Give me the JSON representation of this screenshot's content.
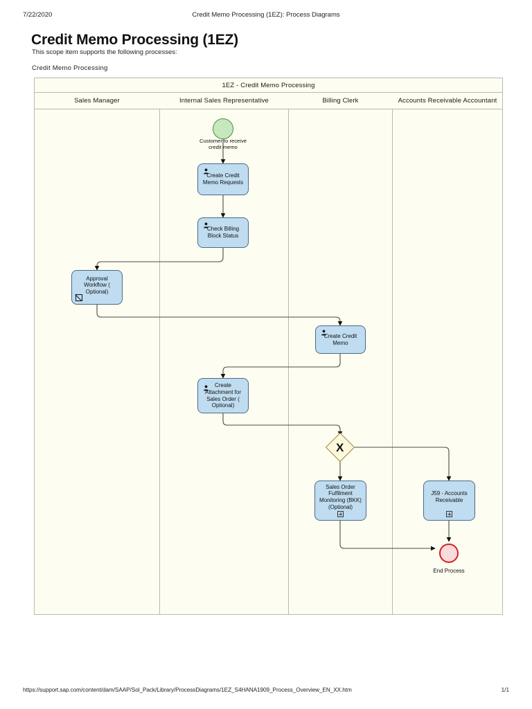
{
  "print_header": {
    "date": "7/22/2020",
    "title": "Credit Memo Processing (1EZ): Process Diagrams"
  },
  "document": {
    "title": "Credit Memo Processing (1EZ)",
    "subtitle": "This scope item supports the following processes:",
    "process_link": "Credit Memo Processing"
  },
  "pool": {
    "title": "1EZ - Credit Memo Processing",
    "lanes": [
      {
        "label": "Sales Manager"
      },
      {
        "label": "Internal Sales Representative"
      },
      {
        "label": "Billing Clerk"
      },
      {
        "label": "Accounts Receivable Accountant"
      }
    ]
  },
  "diagram": {
    "type": "bpmn-process-diagram",
    "start_event": {
      "name": "start-event",
      "label": "Customer to receive credit memo",
      "lane": "Internal Sales Representative",
      "fill": "#c7e7bd",
      "stroke": "#4e8b43"
    },
    "end_event": {
      "name": "end-event",
      "label": "End Process",
      "lane": "Accounts Receivable Accountant",
      "fill": "#fadbdb",
      "stroke": "#d42027"
    },
    "gateway": {
      "name": "exclusive-gateway",
      "symbol": "X",
      "lane": "Billing Clerk",
      "fill": "#fdf8dc",
      "stroke": "#9b8a3c"
    },
    "tasks": [
      {
        "id": "create-credit-memo-requests",
        "label": "Create Credit Memo Requests",
        "lane": "Internal Sales Representative",
        "marker": "user"
      },
      {
        "id": "check-billing-block-status",
        "label": "Check Billing Block Status",
        "lane": "Internal Sales Representative",
        "marker": "user"
      },
      {
        "id": "approval-workflow-optional",
        "label": "Approval Workflow ( Optional)",
        "lane": "Sales Manager",
        "marker": "script"
      },
      {
        "id": "create-credit-memo",
        "label": "Create Credit Memo",
        "lane": "Billing Clerk",
        "marker": "user"
      },
      {
        "id": "create-attachment-for-sales-order-optional",
        "label": "Create Attachment for Sales Order ( Optional)",
        "lane": "Internal Sales Representative",
        "marker": "user"
      },
      {
        "id": "sales-order-fulfilment-monitoring",
        "label": "Sales Order Fulfilment Monitoring (BKK) (Optional)",
        "lane": "Billing Clerk",
        "marker": "collapsed-subprocess"
      },
      {
        "id": "j59-accounts-receivable",
        "label": "J59 - Accounts Receivable",
        "lane": "Accounts Receivable Accountant",
        "marker": "collapsed-subprocess"
      }
    ],
    "task_fill": "#bfdcf0",
    "task_stroke": "#4a6b87"
  },
  "footer": {
    "url": "https://support.sap.com/content/dam/SAAP/Sol_Pack/Library/ProcessDiagrams/1EZ_S4HANA1909_Process_Overview_EN_XX.htm",
    "page": "1/1"
  }
}
